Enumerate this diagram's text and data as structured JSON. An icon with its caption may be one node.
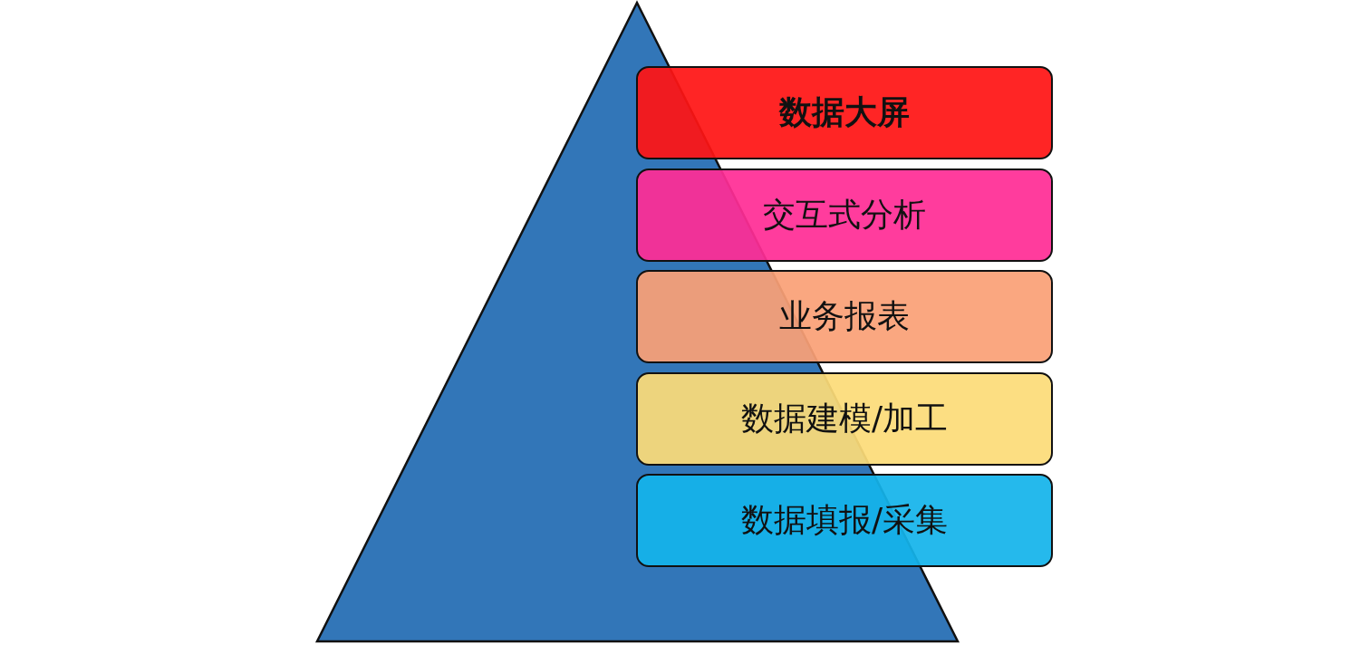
{
  "diagram": {
    "nodes": [
      {
        "text": [
          "数据大屏"
        ]
      },
      {
        "text": [
          "交互式分析"
        ]
      },
      {
        "text": [
          "业务报表"
        ]
      },
      {
        "text": [
          "数据建模/加工"
        ]
      },
      {
        "text": [
          "数据填报/采集"
        ]
      }
    ]
  }
}
